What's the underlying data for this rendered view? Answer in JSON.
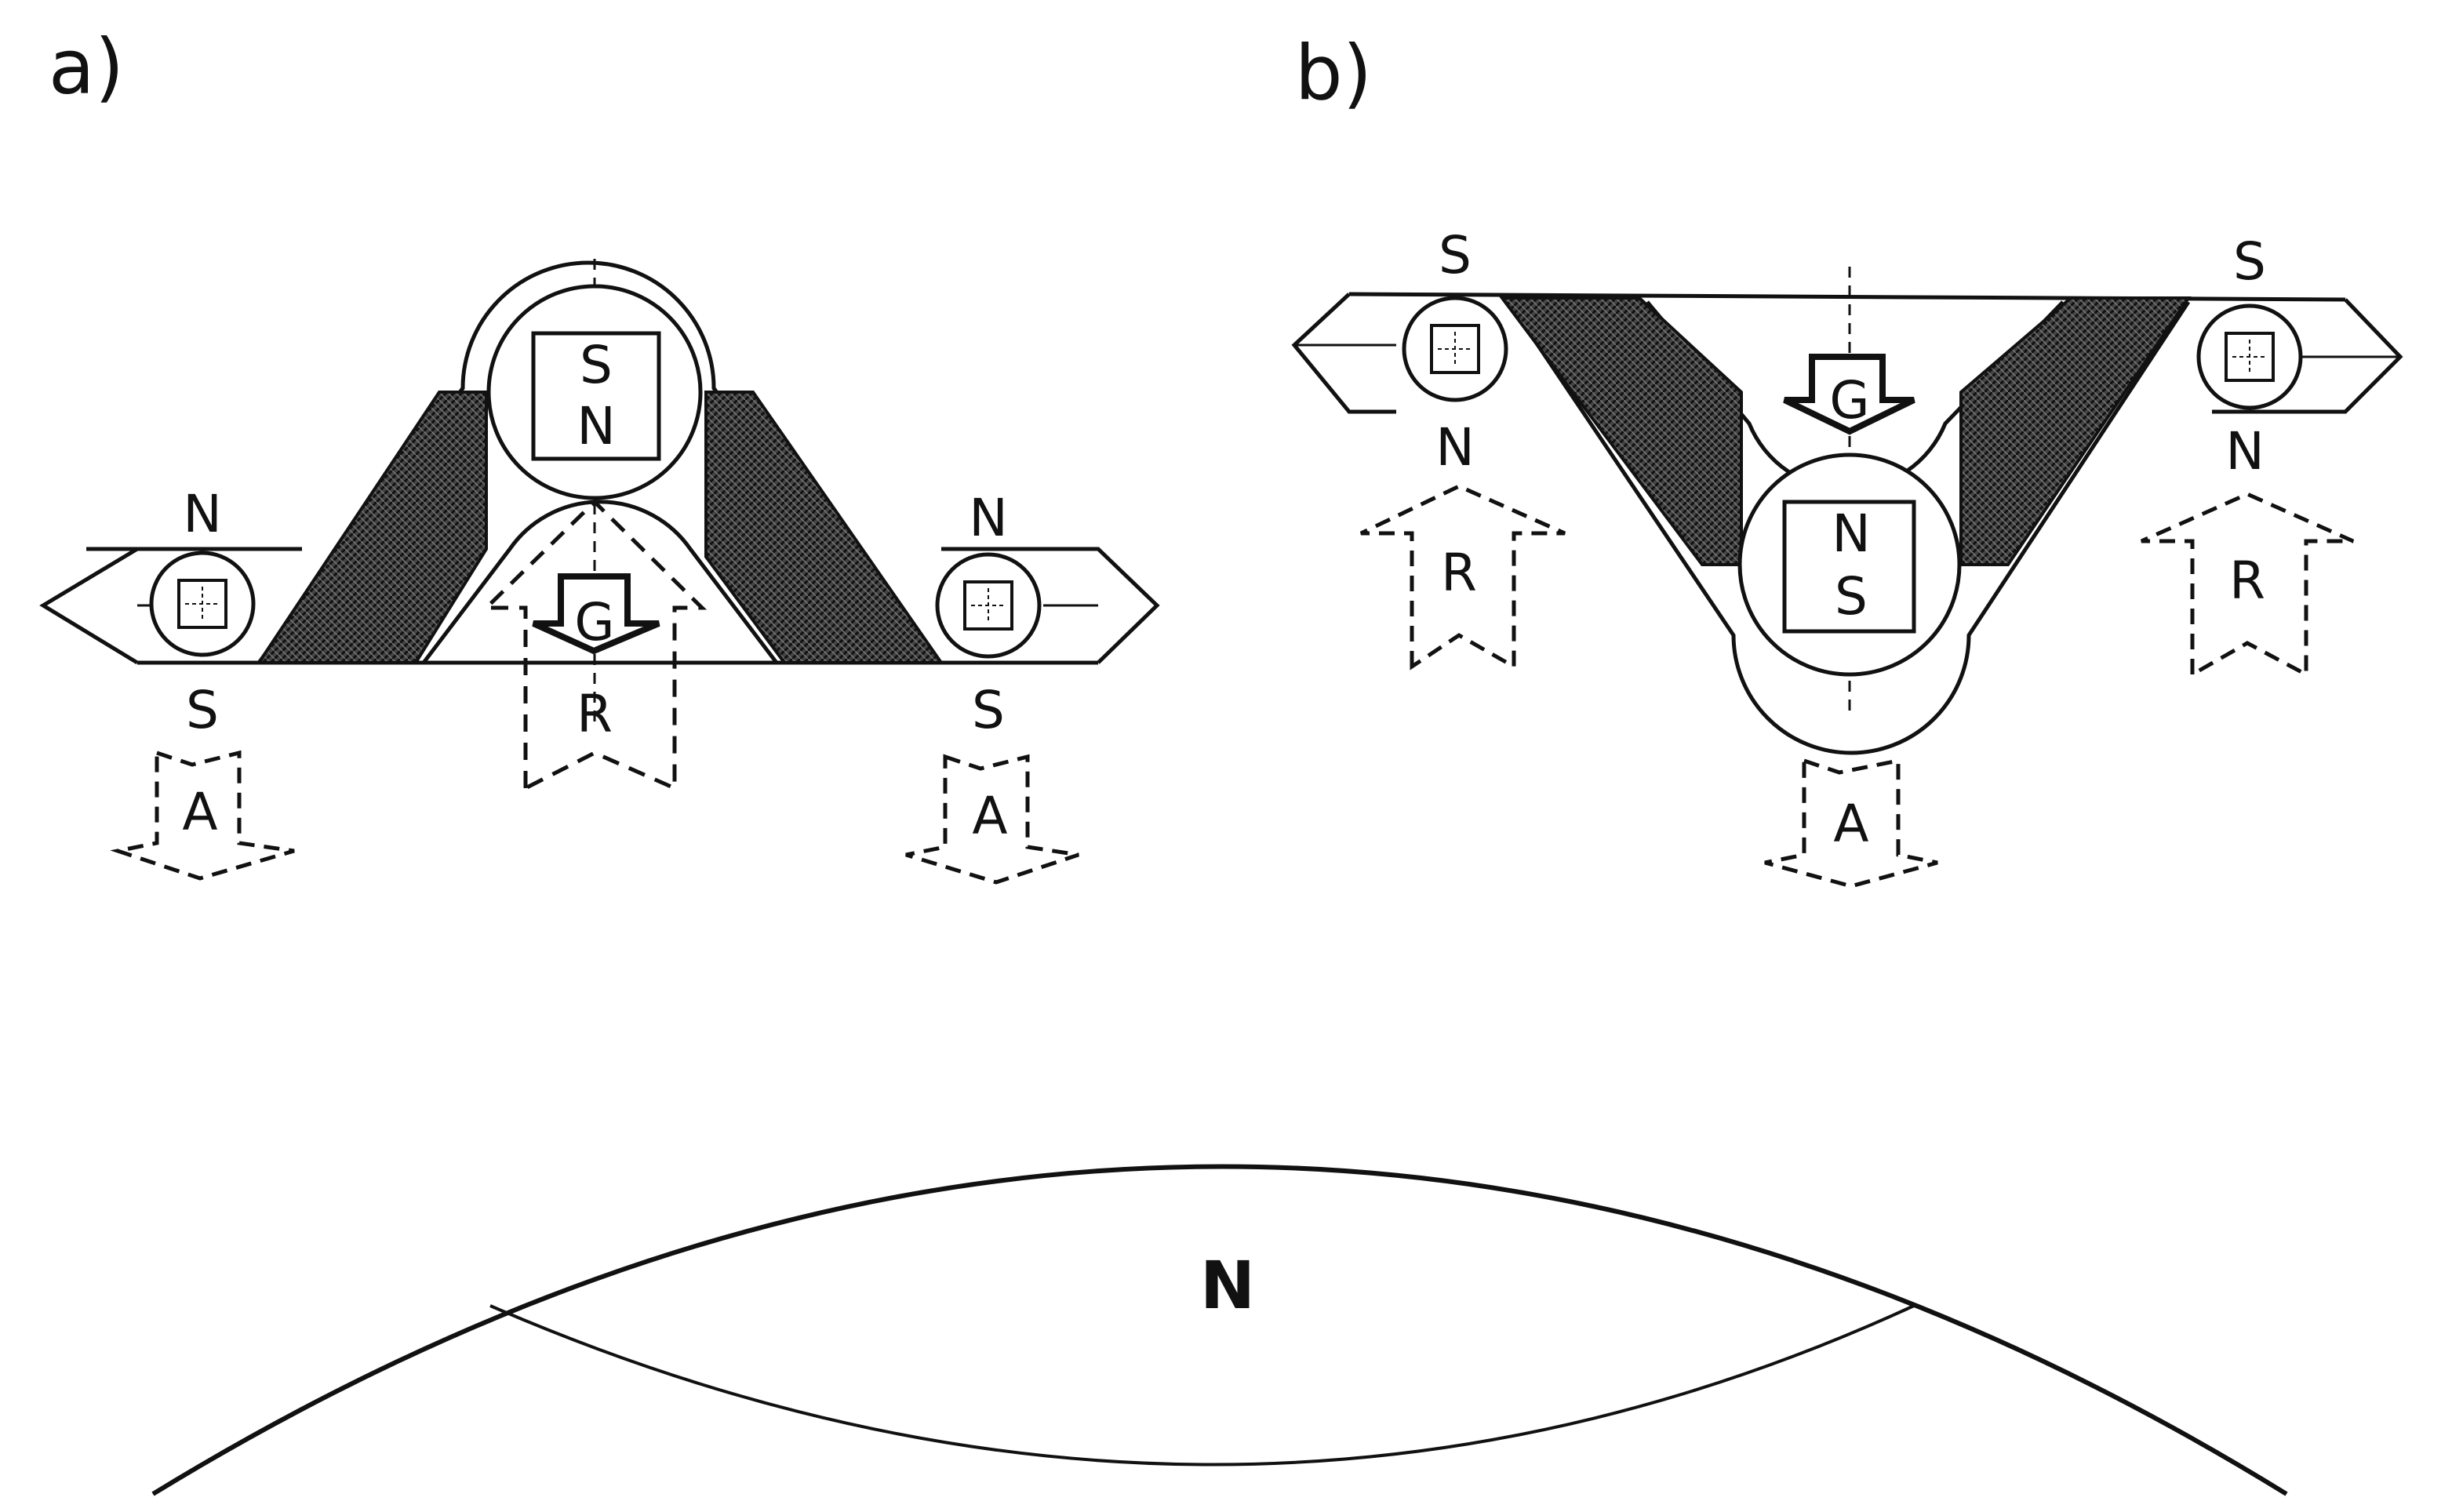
{
  "panels": [
    {
      "label": "a)",
      "center_magnet": {
        "top_pole": "S",
        "bottom_pole": "N"
      },
      "left_magnet": {
        "top_pole": "N",
        "bottom_pole": "S"
      },
      "right_magnet": {
        "top_pole": "N",
        "bottom_pole": "S"
      },
      "gravity_arrow": "G",
      "center_force_arrow": "R",
      "left_force_arrow": "A",
      "right_force_arrow": "A"
    },
    {
      "label": "b)",
      "center_magnet": {
        "top_pole": "N",
        "bottom_pole": "S"
      },
      "left_magnet": {
        "top_pole": "S",
        "bottom_pole": "N"
      },
      "right_magnet": {
        "top_pole": "S",
        "bottom_pole": "N"
      },
      "gravity_arrow": "G",
      "center_force_arrow": "A",
      "left_force_arrow": "R",
      "right_force_arrow": "R"
    }
  ],
  "earth": {
    "region_label": "N"
  }
}
